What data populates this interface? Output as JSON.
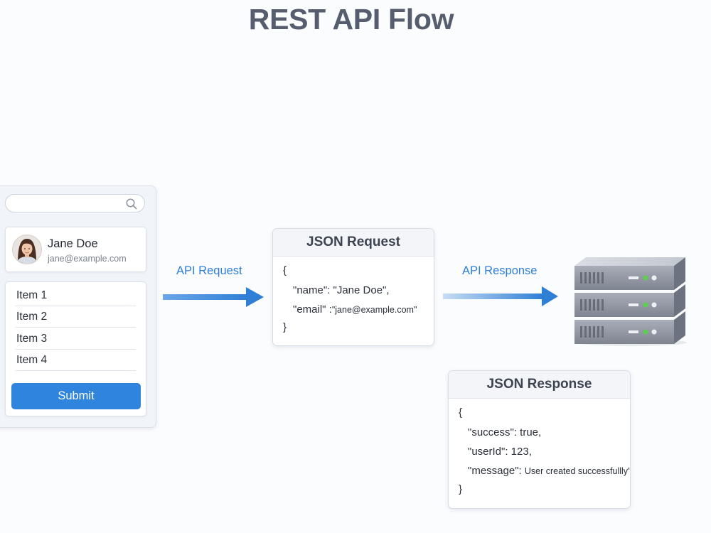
{
  "title": "REST API Flow",
  "client": {
    "search": {
      "value": "",
      "placeholder": ""
    },
    "user": {
      "name": "Jane Doe",
      "email": "jane@example.com"
    },
    "items": [
      "Item 1",
      "Item 2",
      "Item 3",
      "Item 4"
    ],
    "submit_label": "Submit"
  },
  "arrows": {
    "request_label": "API Request",
    "response_label": "API Response"
  },
  "request_box": {
    "title": "JSON Request",
    "open_brace": "{",
    "name_key": "\"name\"",
    "name_value": ": \"Jane Doe\",",
    "email_key": "\"email\"",
    "email_sep": " :",
    "email_value": "\"jane@example.com\"",
    "close_brace": "}"
  },
  "response_box": {
    "title": "JSON Response",
    "open_brace": "{",
    "success_line": "\"success\": true,",
    "userid_line": "\"userId\": 123,",
    "message_key": "\"message\":",
    "message_value": "User created successfullly\"",
    "close_brace": "}"
  },
  "colors": {
    "accent": "#2f84de",
    "arrow": "#2f7fd6",
    "server_body": "#8b909c",
    "server_led": "#5ccf4f"
  },
  "icons": {
    "search": "search-icon",
    "avatar": "avatar",
    "server": "server-icon"
  }
}
